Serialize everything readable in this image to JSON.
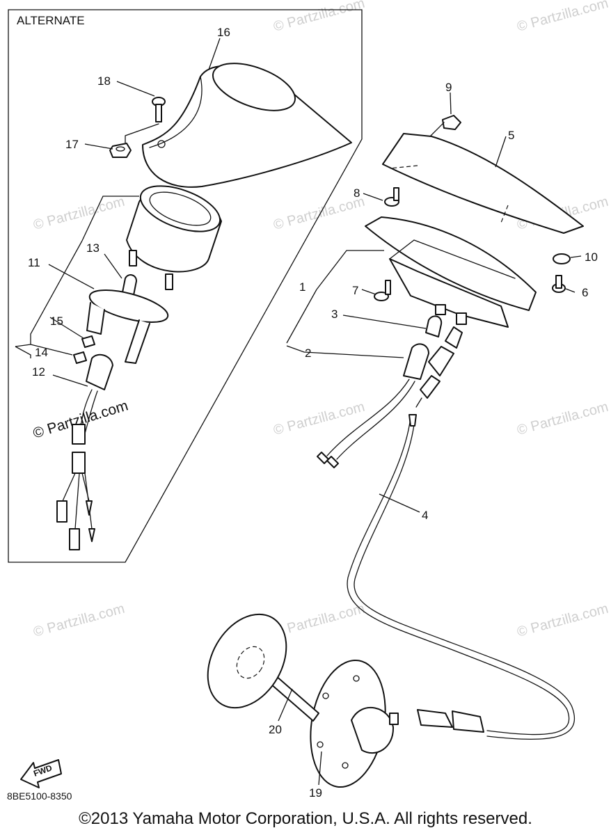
{
  "diagram": {
    "box_label": "ALTERNATE",
    "drawing_code": "8BE5100-8350",
    "fwd_badge": "FWD",
    "copyright": "©2013 Yamaha Motor Corporation, U.S.A. All rights reserved.",
    "watermark": "© Partzilla.com",
    "callouts": [
      "1",
      "2",
      "3",
      "4",
      "5",
      "6",
      "7",
      "8",
      "9",
      "10",
      "11",
      "12",
      "13",
      "14",
      "15",
      "16",
      "17",
      "18",
      "19",
      "20"
    ]
  }
}
